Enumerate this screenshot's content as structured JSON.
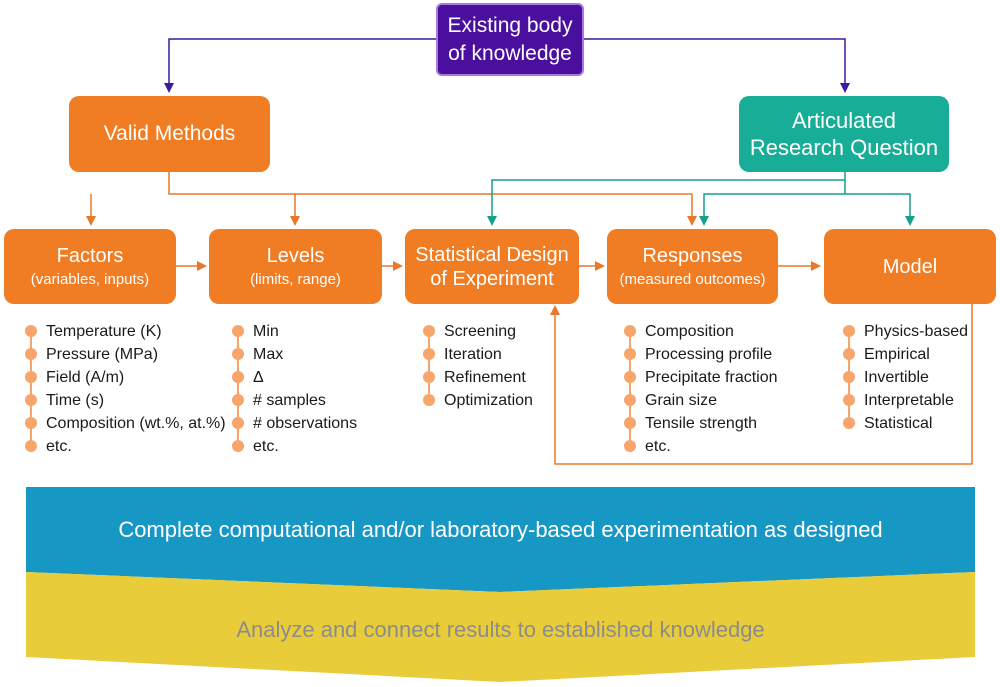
{
  "top": {
    "line1": "Existing body",
    "line2": "of knowledge"
  },
  "valid_methods": {
    "label": "Valid Methods"
  },
  "research_question": {
    "line1": "Articulated",
    "line2": "Research Question"
  },
  "factors": {
    "title": "Factors",
    "subtitle": "(variables, inputs)",
    "items": [
      "Temperature (K)",
      "Pressure (MPa)",
      "Field (A/m)",
      "Time (s)",
      "Composition (wt.%, at.%)",
      "etc."
    ]
  },
  "levels": {
    "title": "Levels",
    "subtitle": "(limits, range)",
    "items": [
      "Min",
      "Max",
      "Δ",
      "# samples",
      "# observations",
      "etc."
    ]
  },
  "doe": {
    "line1": "Statistical Design",
    "line2": "of Experiment",
    "items": [
      "Screening",
      "Iteration",
      "Refinement",
      "Optimization"
    ]
  },
  "responses": {
    "title": "Responses",
    "subtitle": "(measured outcomes)",
    "items": [
      "Composition",
      "Processing profile",
      "Precipitate fraction",
      "Grain size",
      "Tensile strength",
      "etc."
    ]
  },
  "model": {
    "title": "Model",
    "items": [
      "Physics-based",
      "Empirical",
      "Invertible",
      "Interpretable",
      "Statistical"
    ]
  },
  "bands": {
    "experiment": "Complete computational and/or laboratory-based experimentation as designed",
    "analyze": "Analyze and connect results to established knowledge"
  },
  "colors": {
    "orange": "#f07c23",
    "teal": "#17ad96",
    "purple": "#4b0f9e",
    "band_blue": "#1797c4",
    "band_yellow": "#e9cc3a"
  }
}
